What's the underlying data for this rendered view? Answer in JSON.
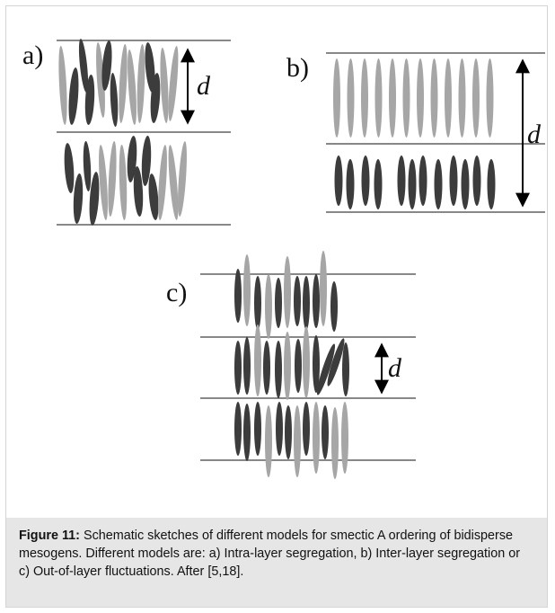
{
  "figure": {
    "panels": [
      {
        "id": "a",
        "label": "a)",
        "spacing_label": "d"
      },
      {
        "id": "b",
        "label": "b)",
        "spacing_label": "d"
      },
      {
        "id": "c",
        "label": "c)",
        "spacing_label": "d"
      }
    ],
    "colors": {
      "long_mesogen": "#a6a6a6",
      "short_mesogen": "#3c3c3c",
      "layer_line": "#404040"
    }
  },
  "caption": {
    "label": "Figure 11:",
    "text": " Schematic sketches of different models for smectic A ordering of bidisperse mesogens. Different models are: a) Intra-layer segregation, b) Inter-layer segregation or c) Out-of-layer fluctuations. After [5,18]."
  }
}
